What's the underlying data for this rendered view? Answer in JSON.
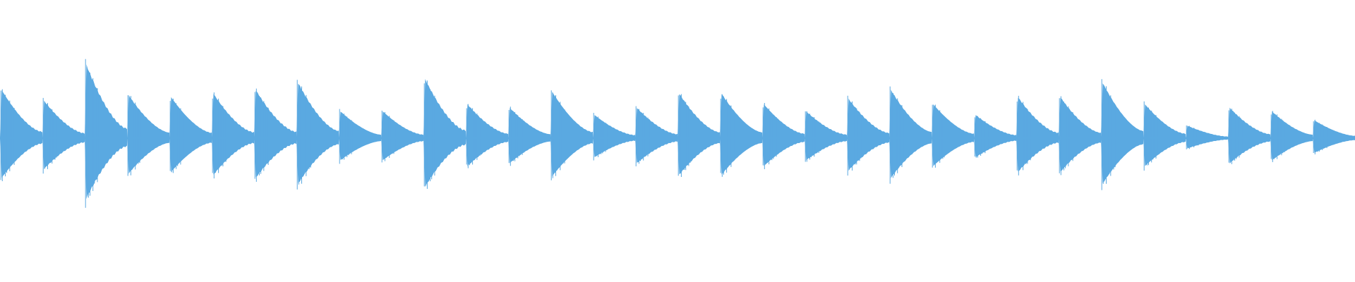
{
  "waveform": {
    "color": "#5aa9e1",
    "background": "#ffffff",
    "segment_count": 32,
    "peak_amplitudes": [
      0.27,
      0.21,
      0.41,
      0.24,
      0.23,
      0.25,
      0.27,
      0.31,
      0.15,
      0.15,
      0.33,
      0.19,
      0.17,
      0.26,
      0.13,
      0.17,
      0.25,
      0.25,
      0.19,
      0.15,
      0.22,
      0.27,
      0.19,
      0.13,
      0.23,
      0.23,
      0.31,
      0.19,
      0.07,
      0.17,
      0.15,
      0.1
    ]
  }
}
